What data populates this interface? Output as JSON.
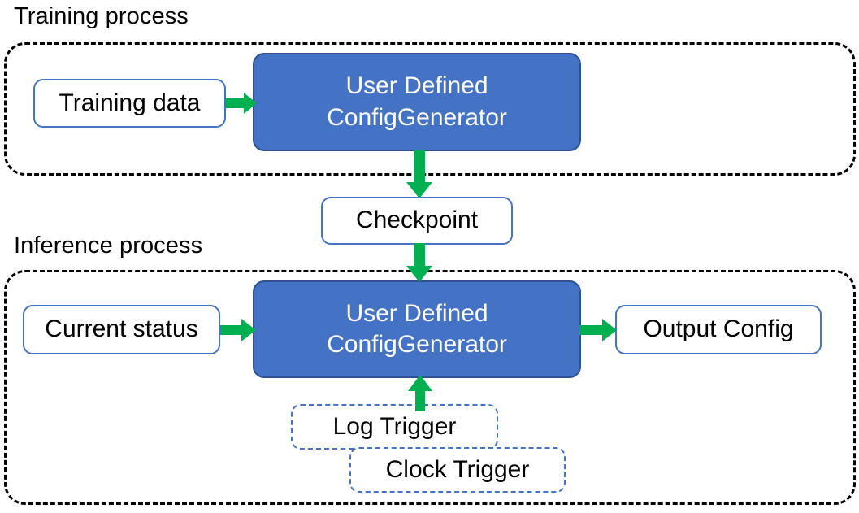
{
  "diagram": {
    "title_training": "Training process",
    "title_inference": "Inference process",
    "accent_blue": "#4472C4",
    "accent_blue_dark": "#2F528F",
    "arrow_green": "#00B050",
    "container_border": "#000000"
  },
  "training": {
    "caption": "Training process",
    "input": {
      "label": "Training data"
    },
    "process": {
      "line1": "User Defined",
      "line2": "ConfigGenerator"
    }
  },
  "bridge": {
    "checkpoint": {
      "label": "Checkpoint"
    }
  },
  "inference": {
    "caption": "Inference process",
    "input": {
      "label": "Current status"
    },
    "process": {
      "line1": "User Defined",
      "line2": "ConfigGenerator"
    },
    "output": {
      "label": "Output Config"
    },
    "triggers": [
      {
        "label": "Log Trigger"
      },
      {
        "label": "Clock Trigger"
      }
    ]
  },
  "arrows": [
    {
      "name": "training-data-to-generator",
      "direction": "right"
    },
    {
      "name": "generator-to-checkpoint",
      "direction": "down"
    },
    {
      "name": "checkpoint-to-inference-generator",
      "direction": "down"
    },
    {
      "name": "current-status-to-generator",
      "direction": "right"
    },
    {
      "name": "generator-to-output-config",
      "direction": "right"
    },
    {
      "name": "trigger-to-generator",
      "direction": "up"
    }
  ]
}
